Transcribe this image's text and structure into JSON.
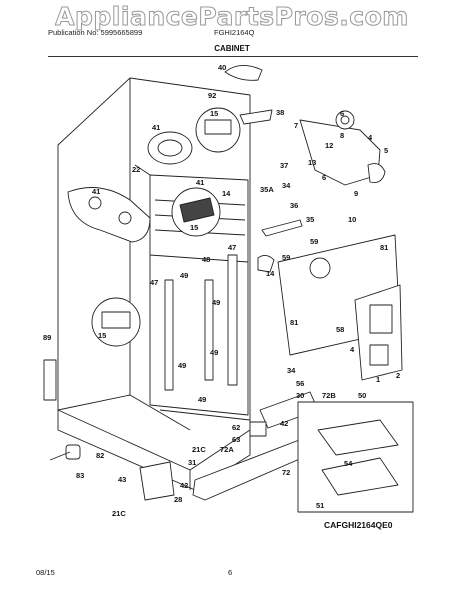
{
  "watermark": "AppliancePartsPros.com",
  "header": {
    "publication": "Publication No: 5995665899",
    "model": "FGHI2164Q",
    "section": "CABINET"
  },
  "footer": {
    "date": "08/15",
    "page": "6"
  },
  "diagram_code": "CAFGHI2164QE0",
  "callouts": [
    "40",
    "92",
    "38",
    "15",
    "7",
    "6",
    "8",
    "41",
    "4",
    "5",
    "13",
    "12",
    "22",
    "37",
    "41",
    "14",
    "6",
    "9",
    "35A",
    "34",
    "41",
    "36",
    "35",
    "10",
    "15",
    "47",
    "59",
    "81",
    "14",
    "59",
    "48",
    "47",
    "49",
    "49",
    "15",
    "81",
    "58",
    "89",
    "4",
    "49",
    "49",
    "1",
    "34",
    "2",
    "56",
    "49",
    "30",
    "72B",
    "50",
    "62",
    "42",
    "63",
    "21C",
    "31",
    "72A",
    "82",
    "72",
    "54",
    "42",
    "43",
    "83",
    "28",
    "51",
    "21C"
  ]
}
